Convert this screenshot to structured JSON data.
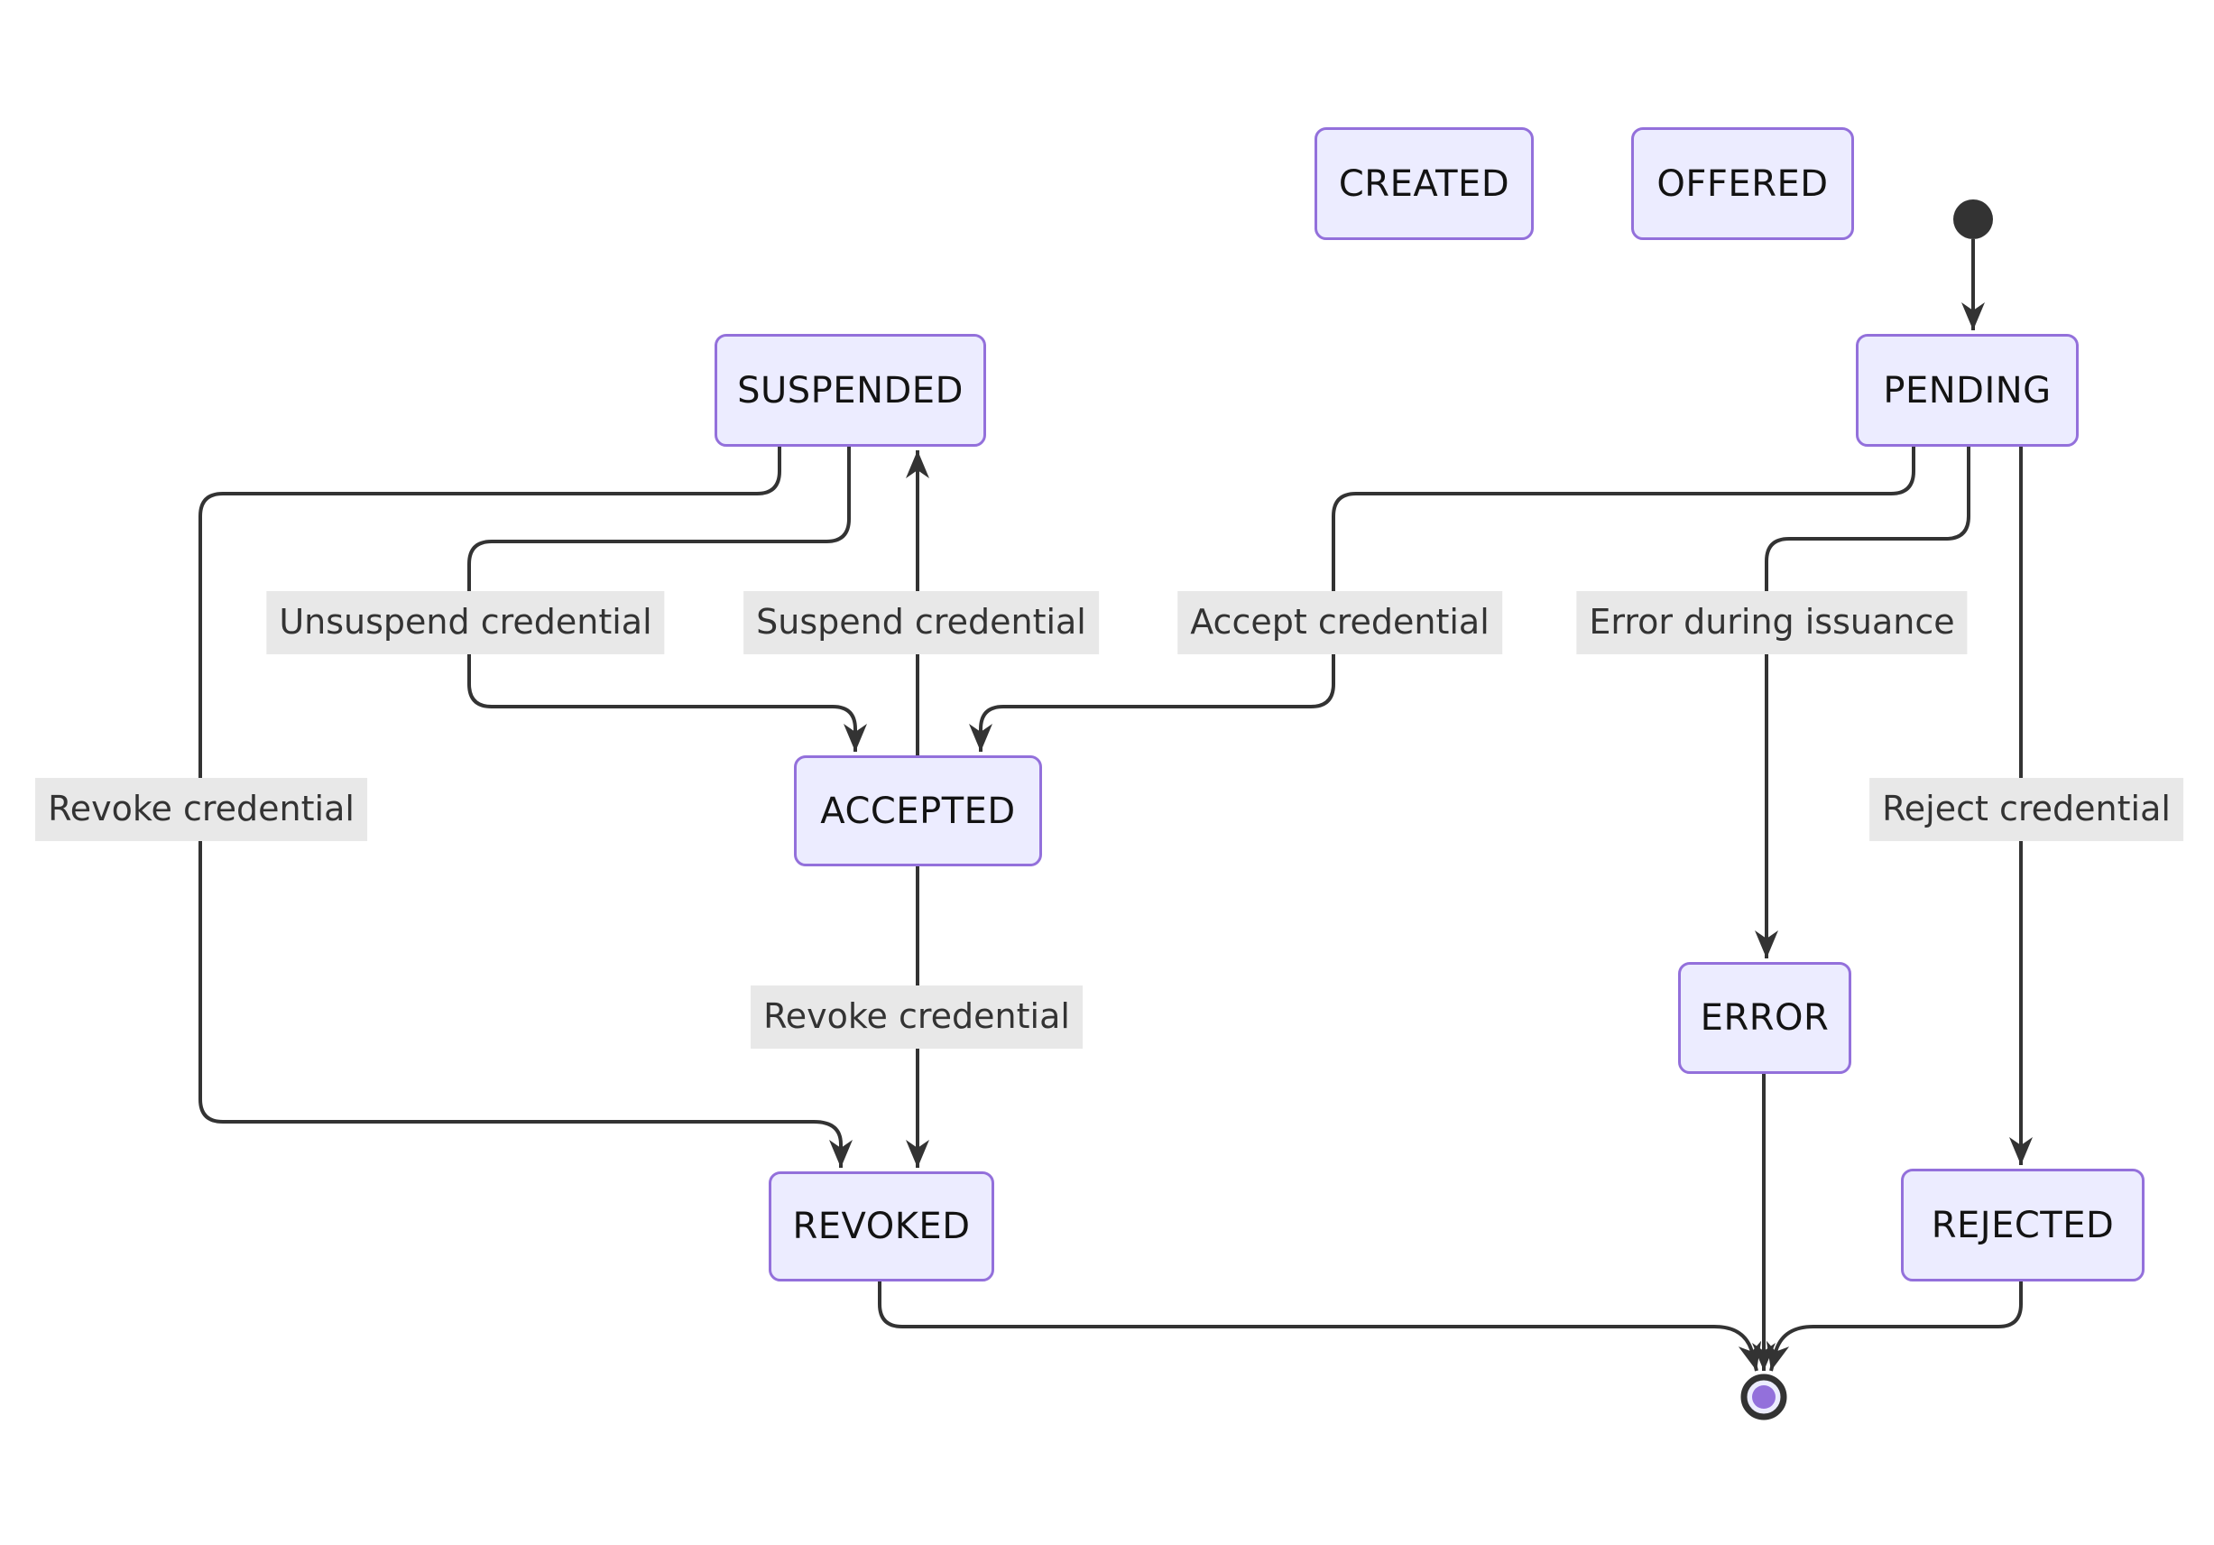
{
  "diagram": {
    "kind": "state-diagram",
    "nodes": {
      "created": {
        "label": "CREATED"
      },
      "offered": {
        "label": "OFFERED"
      },
      "pending": {
        "label": "PENDING"
      },
      "suspended": {
        "label": "SUSPENDED"
      },
      "accepted": {
        "label": "ACCEPTED"
      },
      "error": {
        "label": "ERROR"
      },
      "revoked": {
        "label": "REVOKED"
      },
      "rejected": {
        "label": "REJECTED"
      }
    },
    "edges": [
      {
        "from": "start",
        "to": "PENDING",
        "label": ""
      },
      {
        "from": "SUSPENDED",
        "to": "ACCEPTED",
        "label": "Unsuspend credential"
      },
      {
        "from": "ACCEPTED",
        "to": "SUSPENDED",
        "label": "Suspend credential"
      },
      {
        "from": "PENDING",
        "to": "ACCEPTED",
        "label": "Accept credential"
      },
      {
        "from": "PENDING",
        "to": "ERROR",
        "label": "Error during issuance"
      },
      {
        "from": "SUSPENDED",
        "to": "REVOKED",
        "label": "Revoke credential"
      },
      {
        "from": "ACCEPTED",
        "to": "REVOKED",
        "label": "Revoke credential"
      },
      {
        "from": "PENDING",
        "to": "REJECTED",
        "label": "Reject credential"
      },
      {
        "from": "REVOKED",
        "to": "end",
        "label": ""
      },
      {
        "from": "ERROR",
        "to": "end",
        "label": ""
      },
      {
        "from": "REJECTED",
        "to": "end",
        "label": ""
      }
    ],
    "markers": {
      "start_state": "filled-dot",
      "end_state": "ring-with-dot"
    },
    "colors": {
      "background": "#ffffff",
      "node_fill": "#ECECFF",
      "node_border": "#9370DB",
      "node_text": "#131313",
      "edge_line": "#333333",
      "edge_label_bg": "#e8e8e8",
      "edge_label_text": "#333333",
      "start_dot": "#333333",
      "end_ring_fill": "#ECECFF",
      "end_inner_dot": "#9370DB"
    }
  }
}
